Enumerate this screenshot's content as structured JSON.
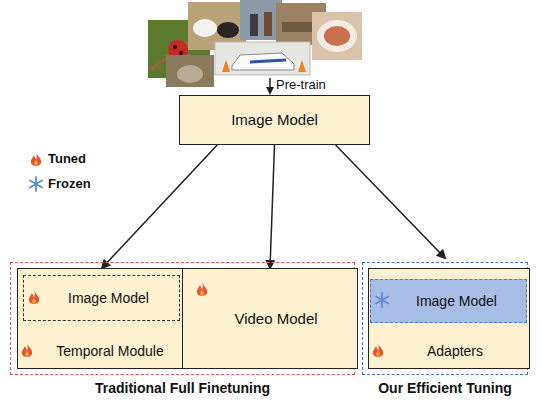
{
  "diagram": {
    "nodes": [
      {
        "text": [
          "Image Model"
        ]
      },
      {
        "text": [
          "Traditional Full Finetuning"
        ]
      },
      {
        "text": [
          "Temporal Module"
        ],
        "in": 1
      },
      {
        "text": [
          "Image Model"
        ],
        "in": 2
      },
      {
        "text": [
          "Video Model"
        ],
        "in": 1
      },
      {
        "text": [
          "Our Efficient Tuning"
        ]
      },
      {
        "text": [
          "Adapters"
        ],
        "in": 5
      },
      {
        "text": [
          "Image Model"
        ],
        "in": 6
      }
    ],
    "edges": [
      {
        "from": 0,
        "to": 2,
        "arrow": "to"
      },
      {
        "from": 0,
        "to": 4,
        "arrow": "to"
      },
      {
        "from": 0,
        "to": 5,
        "arrow": "to"
      }
    ],
    "labels": [
      "Pre-train"
    ],
    "legend": [
      {
        "text": "Tuned"
      },
      {
        "text": "Frozen"
      }
    ]
  }
}
